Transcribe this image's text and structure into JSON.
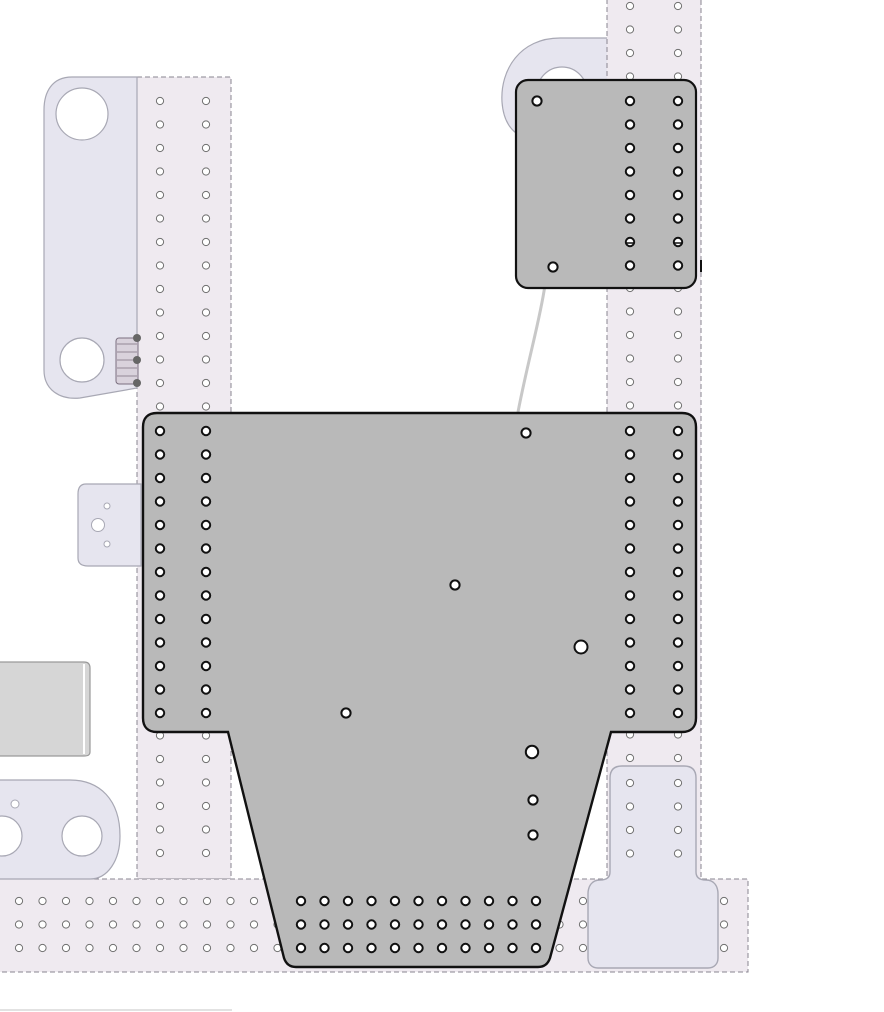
{
  "view": {
    "kind": "cad-top-view",
    "palette": {
      "background": "#ffffff",
      "rail_fill": "#efeaf0",
      "rail_dash": "#8a8590",
      "bracket_fill": "#e6e5ef",
      "bracket_stroke": "#a8a8b4",
      "plate_fill": "#b9b9b9",
      "plate_stroke": "#111111",
      "hole_fill": "#ffffff",
      "rail_hole_stroke": "#6f6f6f",
      "plate_hole_stroke": "#111111",
      "cable_stroke": "#c8c8c8",
      "hinge_stroke": "#7a6f7f"
    }
  },
  "parts": {
    "left_rail": {
      "name": "left-vertical-rail",
      "hole_columns": 2,
      "hole_rows": 34
    },
    "right_rail": {
      "name": "right-vertical-rail",
      "hole_columns": 2,
      "hole_rows": 38
    },
    "bottom_rail": {
      "name": "bottom-horizontal-rail",
      "hole_columns": 32,
      "hole_rows": 3
    },
    "main_plate": {
      "name": "main-mounting-plate",
      "side_hole_rows": 13,
      "bottom_hole_columns": 11,
      "bottom_hole_rows": 3
    },
    "small_plate": {
      "name": "upper-right-plate",
      "hole_rows": 8
    },
    "right_bracket": {
      "name": "lower-right-t-bracket",
      "hole_rows": 4
    },
    "left_bracket": {
      "name": "left-upper-link-bracket"
    },
    "left_tab": {
      "name": "left-small-tab"
    },
    "left_block": {
      "name": "left-side-block"
    },
    "bottom_link": {
      "name": "bottom-left-link-bracket"
    },
    "cable": {
      "name": "cable"
    },
    "hinge": {
      "name": "hinge-clip"
    }
  }
}
